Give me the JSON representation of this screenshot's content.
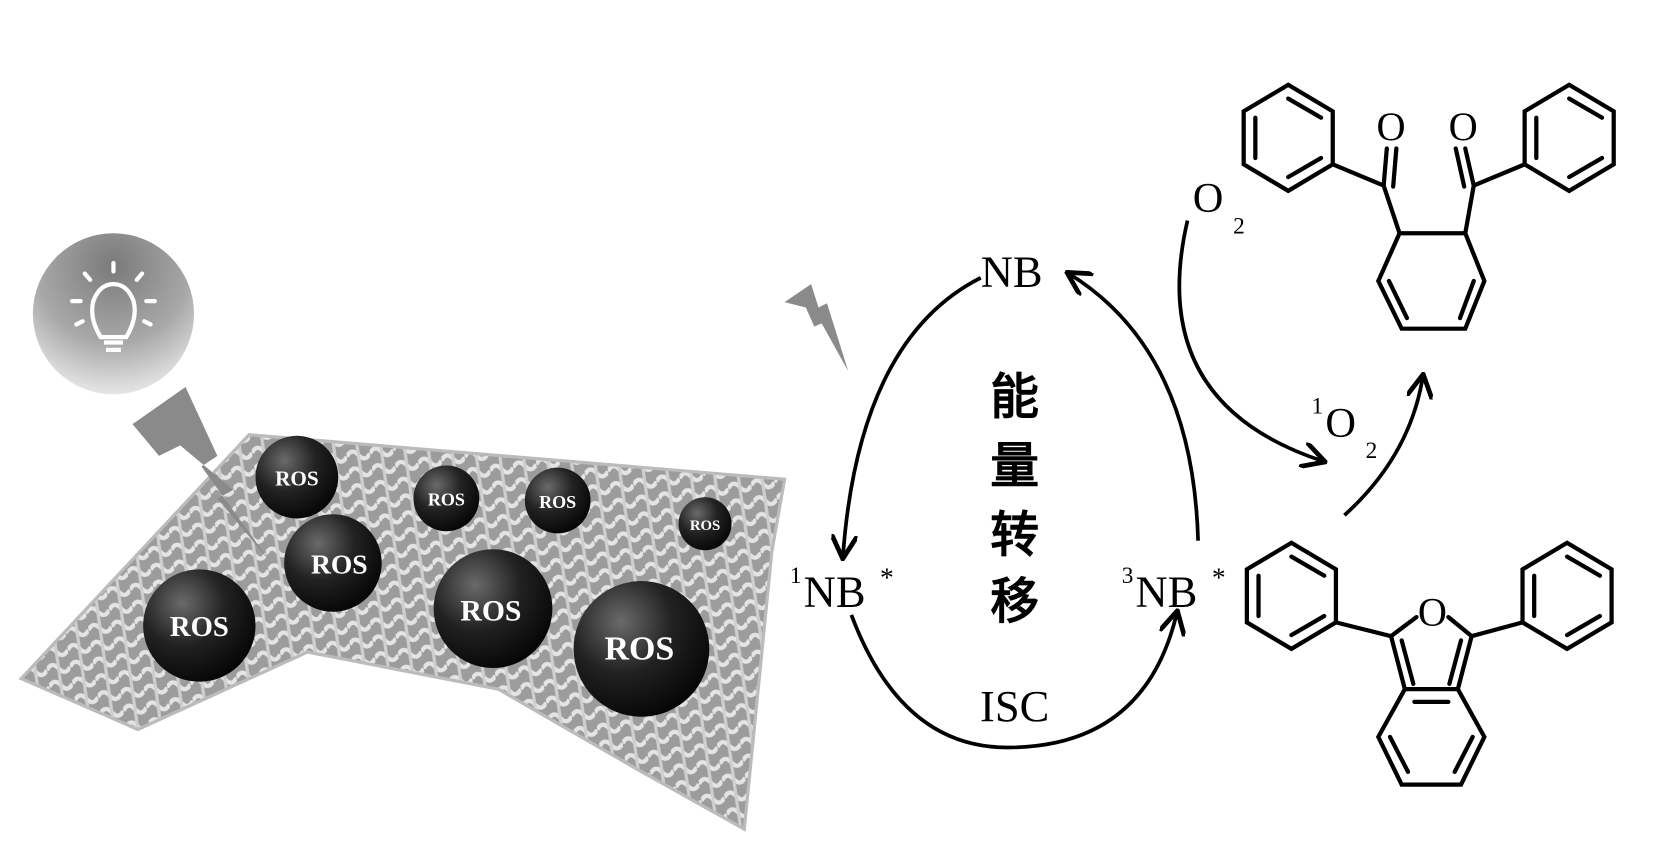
{
  "fabric": {
    "ros_labels": [
      "ROS",
      "ROS",
      "ROS",
      "ROS",
      "ROS",
      "ROS",
      "ROS",
      "ROS"
    ]
  },
  "cycle": {
    "ground": "NB",
    "singlet_sup": "1",
    "singlet": "NB",
    "singlet_star": "*",
    "triplet_sup": "3",
    "triplet": "NB",
    "triplet_star": "*",
    "energy_transfer": [
      "能",
      "量",
      "转",
      "移"
    ],
    "isc": "ISC"
  },
  "oxygen": {
    "o2": "O",
    "o2_sub": "2",
    "singlet_sup": "1",
    "singlet": "O",
    "singlet_sub": "2"
  },
  "molecules": {
    "product_oxygen_labels": [
      "O",
      "O"
    ],
    "dpbf_oxygen_label": "O"
  }
}
